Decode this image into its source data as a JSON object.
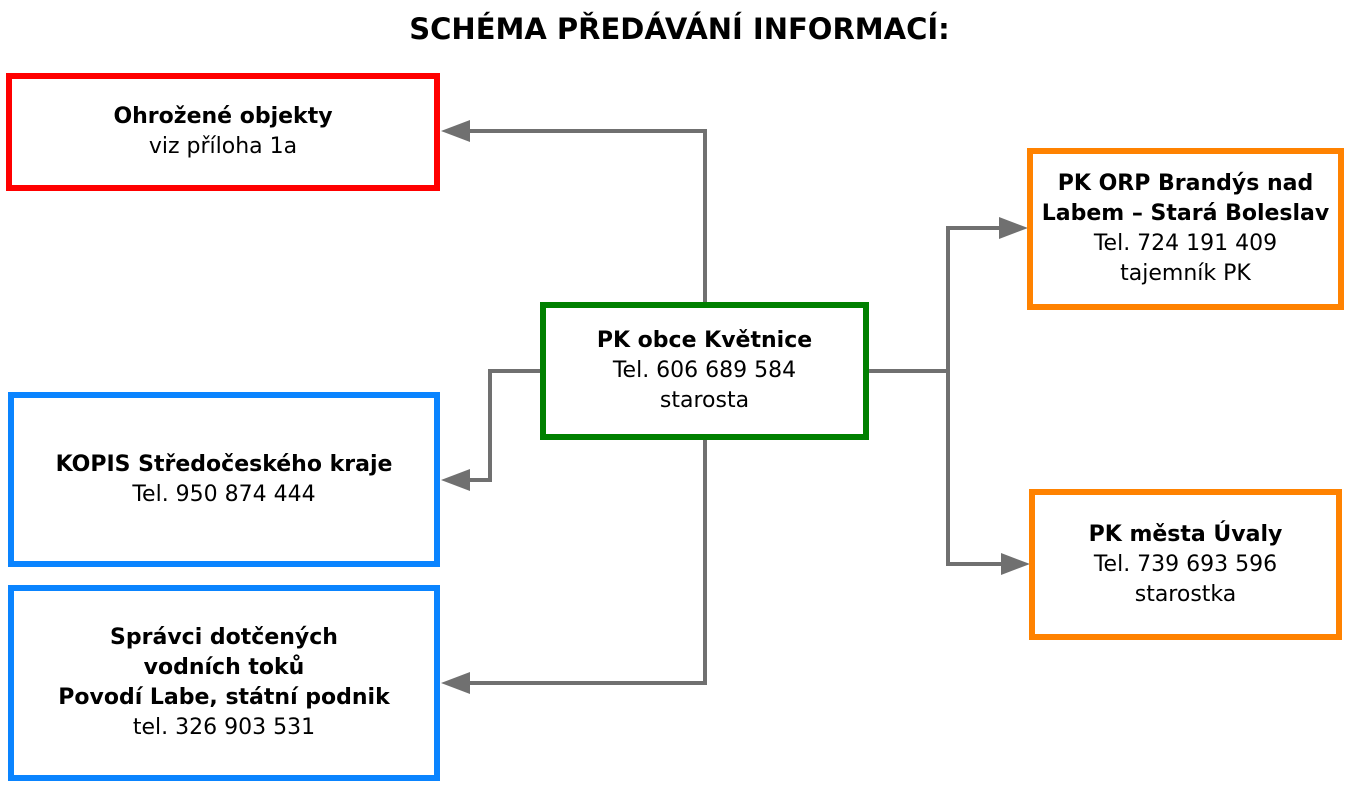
{
  "title": "SCHÉMA PŘEDÁVÁNÍ INFORMACÍ:",
  "colors": {
    "red": "#ff0000",
    "blue": "#0a84ff",
    "green": "#008000",
    "orange": "#ff8200",
    "arrow": "#707070"
  },
  "nodes": {
    "center": {
      "line1": "PK obce Květnice",
      "line2": "Tel. 606 689 584",
      "line3": "starosta"
    },
    "ohrozene": {
      "line1": "Ohrožené objekty",
      "line2": "viz příloha 1a"
    },
    "kopis": {
      "line1": "KOPIS Středočeského kraje",
      "line2": "Tel. 950 874 444"
    },
    "spravci": {
      "line1": "Správci dotčených",
      "line2": "vodních toků",
      "line3": "Povodí Labe, státní podnik",
      "line4": "tel. 326 903 531"
    },
    "orp": {
      "line1": "PK ORP Brandýs nad",
      "line2": "Labem – Stará Boleslav",
      "line3": "Tel. 724 191 409",
      "line4": "tajemník PK"
    },
    "uvaly": {
      "line1": "PK města Úvaly",
      "line2": "Tel. 739 693 596",
      "line3": "starostka"
    }
  }
}
